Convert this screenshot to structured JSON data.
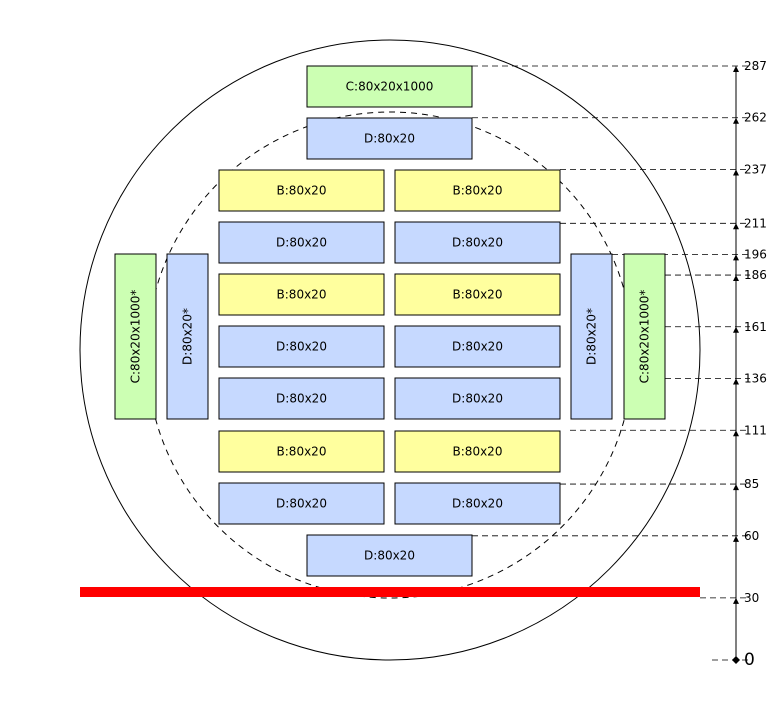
{
  "scale": {
    "ticks": [
      {
        "value": 287,
        "label": "287"
      },
      {
        "value": 262,
        "label": "262"
      },
      {
        "value": 237,
        "label": "237"
      },
      {
        "value": 211,
        "label": "211"
      },
      {
        "value": 196,
        "label": "196"
      },
      {
        "value": 186,
        "label": "186"
      },
      {
        "value": 161,
        "label": "161"
      },
      {
        "value": 136,
        "label": "136"
      },
      {
        "value": 111,
        "label": "111"
      },
      {
        "value": 85,
        "label": "85"
      },
      {
        "value": 60,
        "label": "60"
      },
      {
        "value": 30,
        "label": "30"
      },
      {
        "value": 0,
        "label": "0"
      }
    ]
  },
  "blocks": [
    {
      "id": "c-top",
      "label": "C:80x20x1000",
      "kind": "C"
    },
    {
      "id": "d-top",
      "label": "D:80x20",
      "kind": "D"
    },
    {
      "id": "b-r1-l",
      "label": "B:80x20",
      "kind": "B"
    },
    {
      "id": "b-r1-r",
      "label": "B:80x20",
      "kind": "B"
    },
    {
      "id": "d-r2-l",
      "label": "D:80x20",
      "kind": "D"
    },
    {
      "id": "d-r2-r",
      "label": "D:80x20",
      "kind": "D"
    },
    {
      "id": "b-r3-l",
      "label": "B:80x20",
      "kind": "B"
    },
    {
      "id": "b-r3-r",
      "label": "B:80x20",
      "kind": "B"
    },
    {
      "id": "d-r4-l",
      "label": "D:80x20",
      "kind": "D"
    },
    {
      "id": "d-r4-r",
      "label": "D:80x20",
      "kind": "D"
    },
    {
      "id": "d-r5-l",
      "label": "D:80x20",
      "kind": "D"
    },
    {
      "id": "d-r5-r",
      "label": "D:80x20",
      "kind": "D"
    },
    {
      "id": "b-r6-l",
      "label": "B:80x20",
      "kind": "B"
    },
    {
      "id": "b-r6-r",
      "label": "B:80x20",
      "kind": "B"
    },
    {
      "id": "d-r7-l",
      "label": "D:80x20",
      "kind": "D"
    },
    {
      "id": "d-r7-r",
      "label": "D:80x20",
      "kind": "D"
    },
    {
      "id": "d-bottom",
      "label": "D:80x20",
      "kind": "D"
    },
    {
      "id": "c-left",
      "label": "C:80x20x1000*",
      "kind": "C"
    },
    {
      "id": "d-left",
      "label": "D:80x20*",
      "kind": "D"
    },
    {
      "id": "d-right",
      "label": "D:80x20*",
      "kind": "D"
    },
    {
      "id": "c-right",
      "label": "C:80x20x1000*",
      "kind": "C"
    }
  ],
  "colors": {
    "B": "#ffff9e",
    "C": "#ccffb3",
    "D": "#c6d9ff",
    "stroke": "#000000",
    "cut_line": "#ff0000"
  }
}
